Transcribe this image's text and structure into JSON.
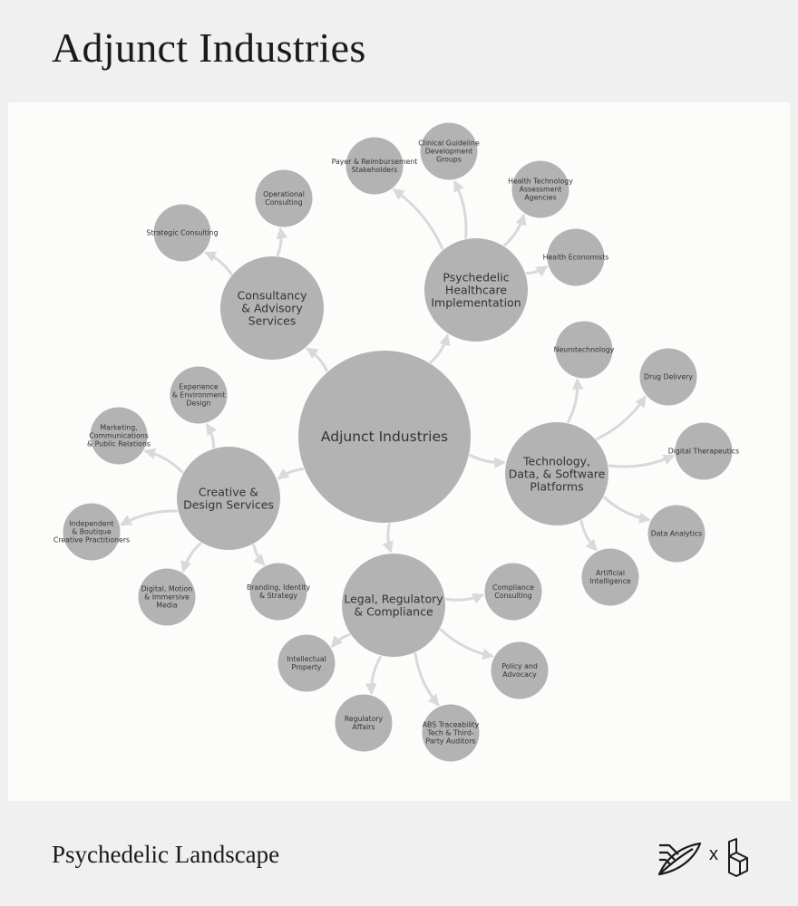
{
  "header": {
    "title": "Adjunct Industries"
  },
  "footer": {
    "title": "Psychedelic Landscape",
    "separator": "x"
  },
  "logos": {
    "left": "leaf-mark-icon",
    "right": "block-mark-icon"
  },
  "colors": {
    "node": "#b3b3b3",
    "edge": "#d9d9d9",
    "text": "#333333"
  },
  "diagram": {
    "center": {
      "label": "Adjunct Industries"
    },
    "hubs": [
      {
        "id": "consultancy",
        "lines": [
          "Consultancy",
          "& Advisory",
          "Services"
        ],
        "children": [
          {
            "lines": [
              "Strategic Consulting"
            ]
          },
          {
            "lines": [
              "Operational",
              "Consulting"
            ]
          }
        ]
      },
      {
        "id": "healthcare",
        "lines": [
          "Psychedelic",
          "Healthcare",
          "Implementation"
        ],
        "children": [
          {
            "lines": [
              "Payer & Reimbursement",
              "Stakeholders"
            ]
          },
          {
            "lines": [
              "Clinical Guideline",
              "Development",
              "Groups"
            ]
          },
          {
            "lines": [
              "Health Technology",
              "Assessment",
              "Agencies"
            ]
          },
          {
            "lines": [
              "Health Economists"
            ]
          }
        ]
      },
      {
        "id": "technology",
        "lines": [
          "Technology,",
          "Data, & Software",
          "Platforms"
        ],
        "children": [
          {
            "lines": [
              "Neurotechnology"
            ]
          },
          {
            "lines": [
              "Drug Delivery"
            ]
          },
          {
            "lines": [
              "Digital Therapeutics"
            ]
          },
          {
            "lines": [
              "Data Analytics"
            ]
          },
          {
            "lines": [
              "Artificial",
              "Intelligence"
            ]
          }
        ]
      },
      {
        "id": "legal",
        "lines": [
          "Legal, Regulatory",
          "& Compliance"
        ],
        "children": [
          {
            "lines": [
              "Compliance",
              "Consulting"
            ]
          },
          {
            "lines": [
              "Policy and",
              "Advocacy"
            ]
          },
          {
            "lines": [
              "ABS Traceability",
              "Tech & Third-",
              "Party Auditors"
            ]
          },
          {
            "lines": [
              "Regulatory",
              "Affairs"
            ]
          },
          {
            "lines": [
              "Intellectual",
              "Property"
            ]
          }
        ]
      },
      {
        "id": "creative",
        "lines": [
          "Creative &",
          "Design Services"
        ],
        "children": [
          {
            "lines": [
              "Experience",
              "& Environment",
              "Design"
            ]
          },
          {
            "lines": [
              "Marketing,",
              "Communications",
              "& Public Relations"
            ]
          },
          {
            "lines": [
              "Independent",
              "& Boutique",
              "Creative Practitioners"
            ]
          },
          {
            "lines": [
              "Digital, Motion",
              "& Immersive",
              "Media"
            ]
          },
          {
            "lines": [
              "Branding, Identity",
              "& Strategy"
            ]
          }
        ]
      }
    ]
  }
}
